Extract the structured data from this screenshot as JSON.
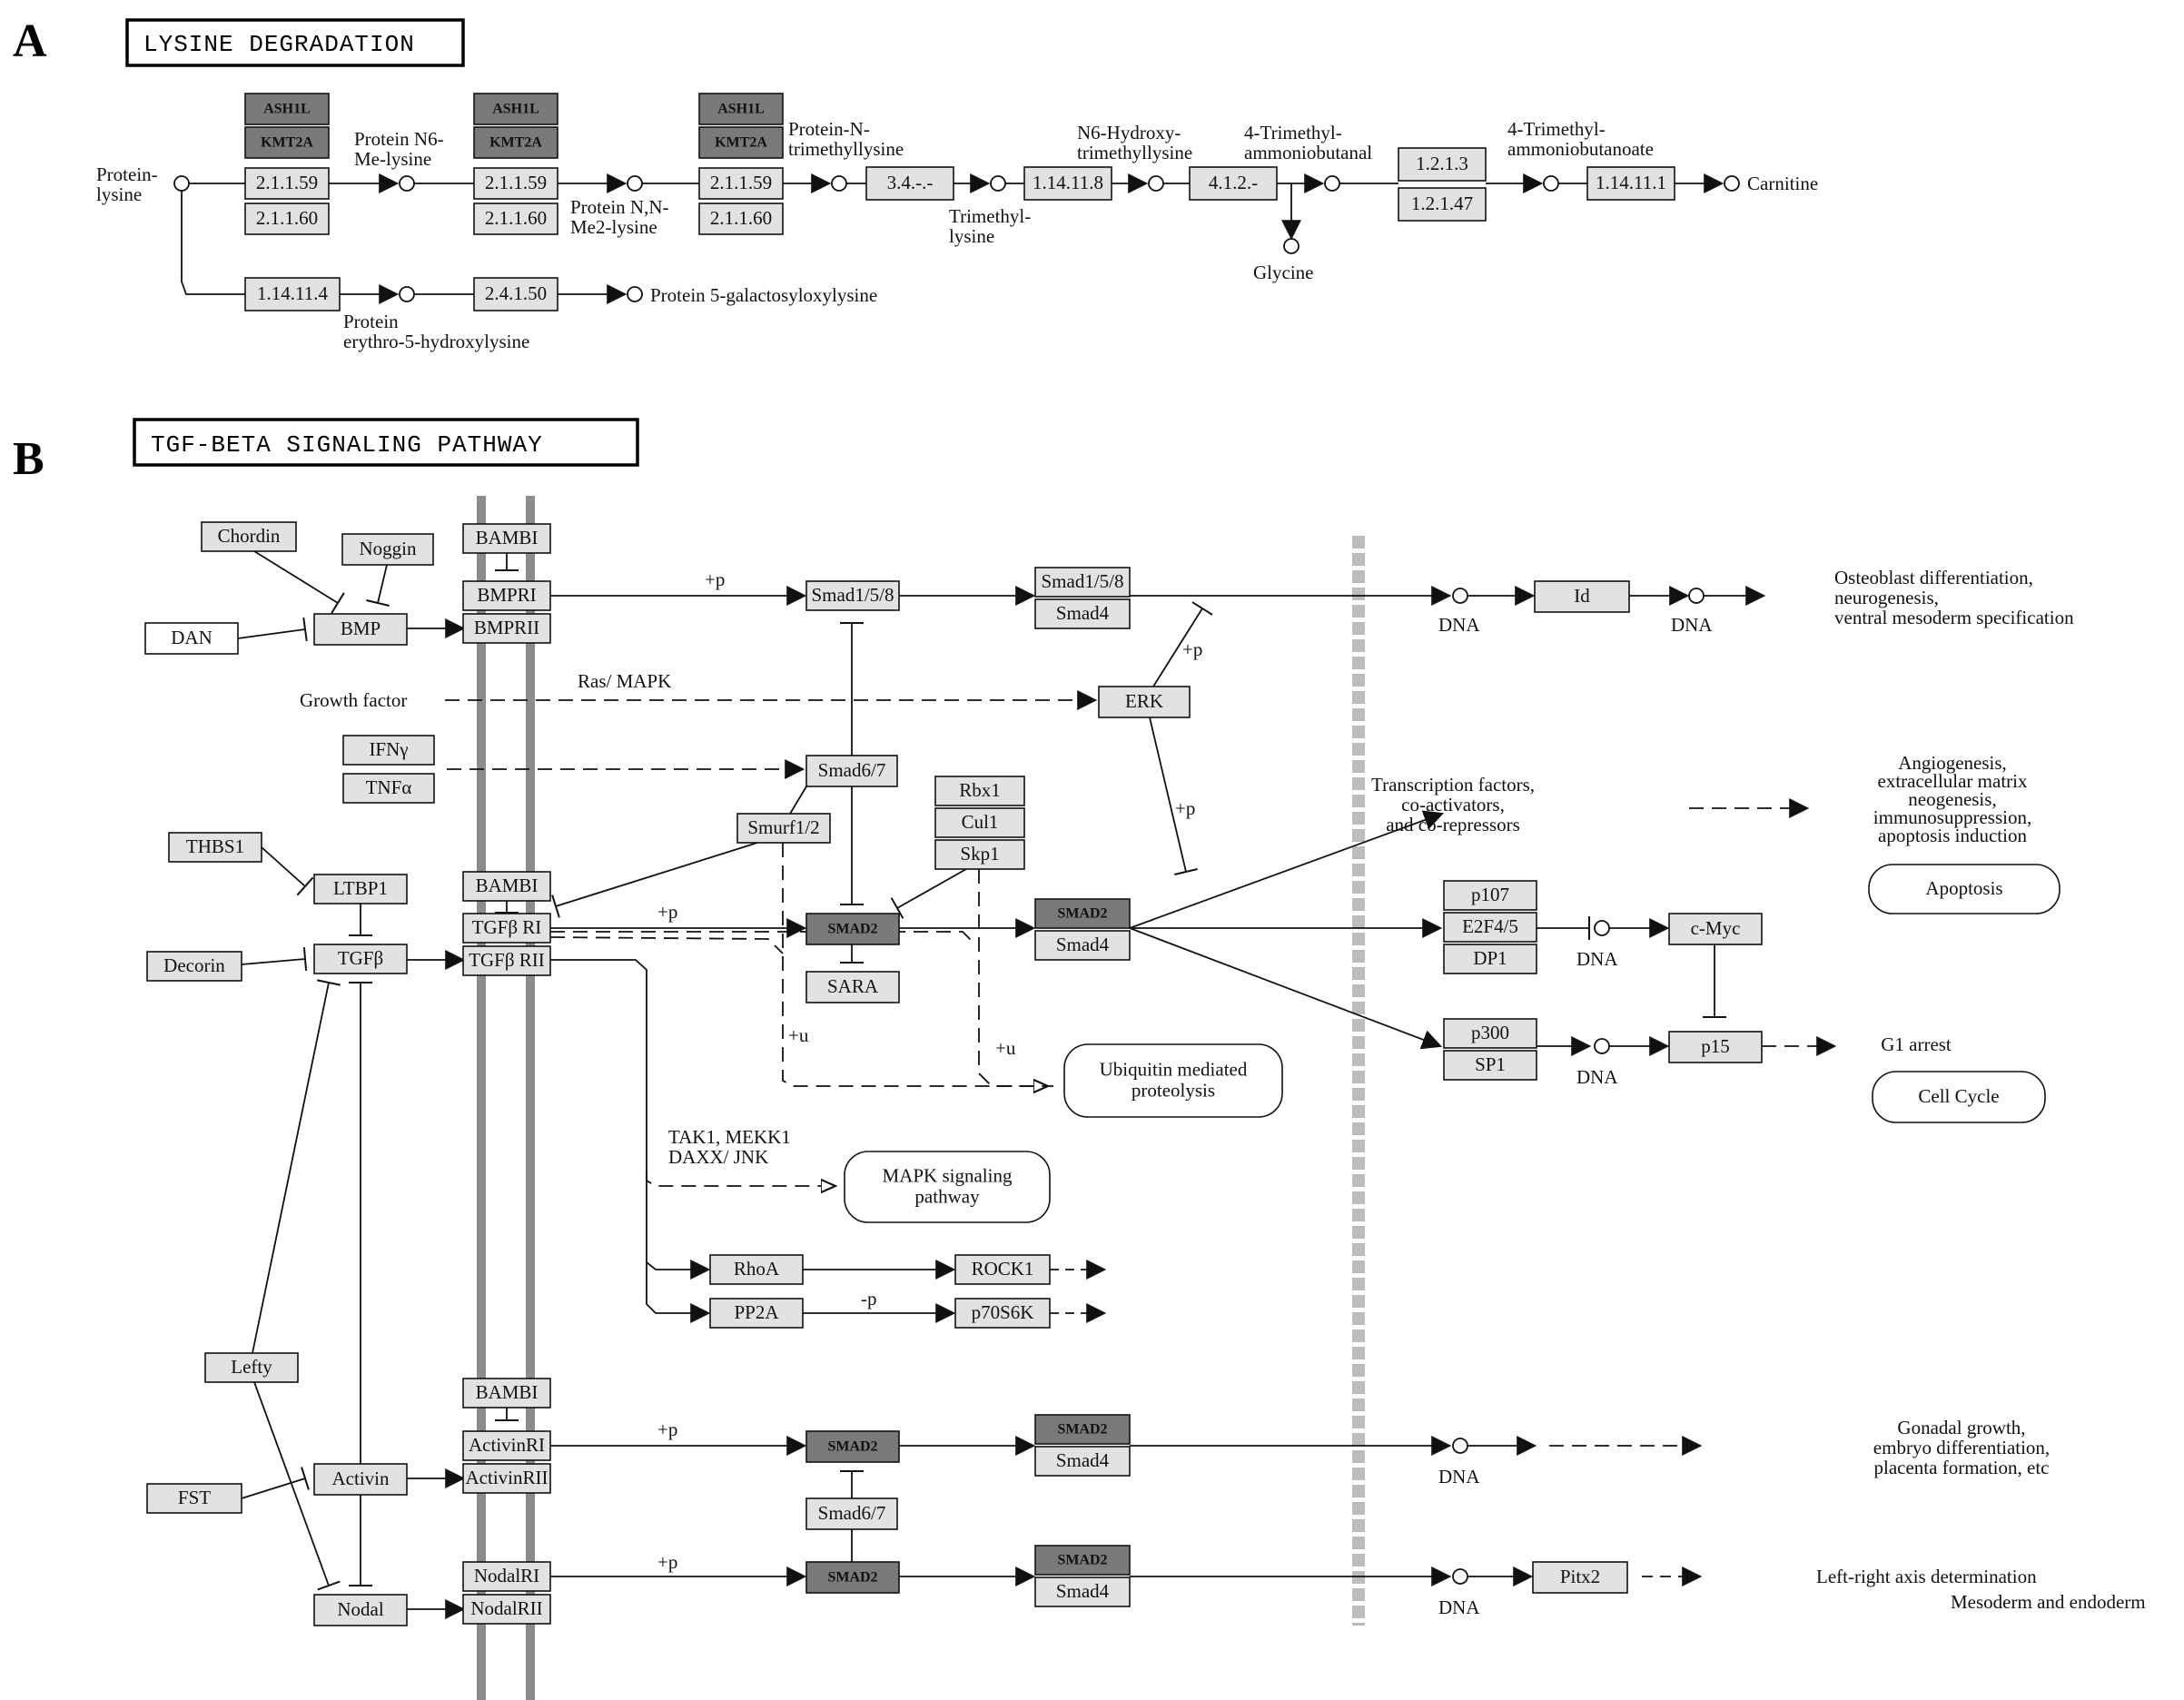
{
  "panel_a": {
    "letter": "A",
    "title": "LYSINE DEGRADATION",
    "labels": {
      "protein_lysine": [
        "Protein-",
        "lysine"
      ],
      "n6_me_lysine": [
        "Protein N6-",
        "Me-lysine"
      ],
      "nn_me2_lysine": [
        "Protein N,N-",
        "Me2-lysine"
      ],
      "n_trimethyllysine": [
        "Protein-N-",
        "trimethyllysine"
      ],
      "trimethyllysine": [
        "Trimethyl-",
        "lysine"
      ],
      "n6_hydroxy": [
        "N6-Hydroxy-",
        "trimethyllysine"
      ],
      "trimethylammoniobutanal": [
        "4-Trimethyl-",
        "ammoniobutanal"
      ],
      "glycine": "Glycine",
      "trimethylammoniobutanoate": [
        "4-Trimethyl-",
        "ammoniobutanoate"
      ],
      "carnitine": "Carnitine",
      "erythro": [
        "Protein",
        "erythro-5-hydroxylysine"
      ],
      "galactosyl": "Protein 5-galactosyloxylysine"
    },
    "genes": {
      "ash1l": "ASH1L",
      "kmt2a": "KMT2A"
    },
    "enzymes": {
      "e2_1_1_59": "2.1.1.59",
      "e2_1_1_60": "2.1.1.60",
      "e3_4": "3.4.-.-",
      "e1_14_11_8": "1.14.11.8",
      "e4_1_2": "4.1.2.-",
      "e1_2_1_3": "1.2.1.3",
      "e1_2_1_47": "1.2.1.47",
      "e1_14_11_1": "1.14.11.1",
      "e1_14_11_4": "1.14.11.4",
      "e2_4_1_50": "2.4.1.50"
    }
  },
  "panel_b": {
    "letter": "B",
    "title": "TGF-BETA SIGNALING PATHWAY",
    "nodes": {
      "chordin": "Chordin",
      "noggin": "Noggin",
      "dan": "DAN",
      "bmp": "BMP",
      "bambi": "BAMBI",
      "bmpri": "BMPRI",
      "bmprii": "BMPRII",
      "smad158": "Smad1/5/8",
      "smad4": "Smad4",
      "id": "Id",
      "erk": "ERK",
      "ifng": "IFNγ",
      "tnfa": "TNFα",
      "smad67": "Smad6/7",
      "smurf12": "Smurf1/2",
      "rbx1": "Rbx1",
      "cul1": "Cul1",
      "skp1": "Skp1",
      "thbs1": "THBS1",
      "ltbp1": "LTBP1",
      "decorin": "Decorin",
      "tgfb": "TGFβ",
      "tgfbri": "TGFβ RI",
      "tgfbrii": "TGFβ RII",
      "smad2": "SMAD2",
      "sara": "SARA",
      "p107": "p107",
      "e2f45": "E2F4/5",
      "dp1": "DP1",
      "cmyc": "c-Myc",
      "p300": "p300",
      "sp1": "SP1",
      "p15": "p15",
      "rhoa": "RhoA",
      "rock1": "ROCK1",
      "pp2a": "PP2A",
      "p70s6k": "p70S6K",
      "lefty": "Lefty",
      "fst": "FST",
      "activin": "Activin",
      "activinri": "ActivinRI",
      "activinrii": "ActivinRII",
      "nodal": "Nodal",
      "nodalri": "NodalRI",
      "nodalrii": "NodalRII",
      "pitx2": "Pitx2"
    },
    "maps": {
      "apoptosis": "Apoptosis",
      "cell_cycle": "Cell Cycle",
      "ubiquitin": [
        "Ubiquitin mediated",
        "proteolysis"
      ],
      "mapk": [
        "MAPK signaling",
        "pathway"
      ]
    },
    "labels": {
      "plus_p": "+p",
      "minus_p": "-p",
      "plus_u": "+u",
      "dna": "DNA",
      "ras_mapk": "Ras/ MAPK",
      "growth_factor": "Growth factor",
      "tak1": [
        "TAK1, MEKK1",
        "DAXX/ JNK"
      ],
      "transcription": [
        "Transcription factors,",
        "co-activators,",
        "and co-repressors"
      ],
      "g1_arrest": "G1 arrest",
      "osteoblast": [
        "Osteoblast differentiation,",
        "neurogenesis,",
        "ventral mesoderm specification"
      ],
      "angiogenesis": [
        "Angiogenesis,",
        "extracellular matrix",
        "neogenesis,",
        "immunosuppression,",
        "apoptosis induction"
      ],
      "gonadal": [
        "Gonadal growth,",
        "embryo differentiation,",
        "placenta formation, etc"
      ],
      "left_right": "Left-right axis determination",
      "mesoderm": "Mesoderm and endoderm"
    }
  },
  "colors": {
    "gene_fill": "#e2e2e2",
    "highlight_fill": "#7a7a7a",
    "membrane": "#8c8c8c",
    "nuclear_membrane": "#bdbdbd",
    "line": "#111111"
  }
}
